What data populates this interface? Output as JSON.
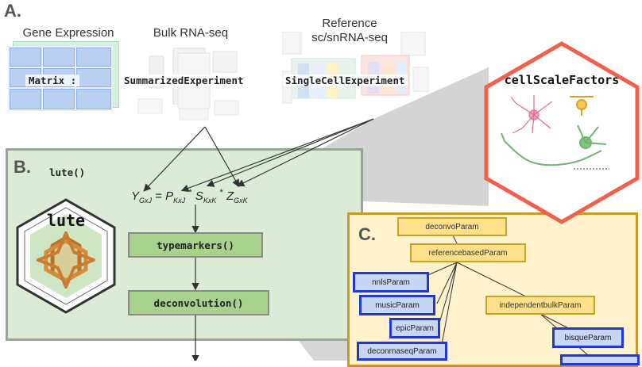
{
  "panel_a": {
    "letter": "A.",
    "col1_header": "Gene Expression",
    "col1_label": "Matrix :",
    "col2_header": "Bulk RNA-seq",
    "col2_label": "SummarizedExperiment",
    "col3_header_line1": "Reference",
    "col3_header_line2": "sc/snRNA-seq",
    "col3_label": "SingleCellExperiment"
  },
  "hex_badge": {
    "title": "cellScaleFactors"
  },
  "panel_b": {
    "letter": "B.",
    "function_label": "lute()",
    "logo_text": "lute",
    "step1": "typemarkers()",
    "step2": "deconvolution()"
  },
  "equation": {
    "y": "Y",
    "y_sub": "GxJ",
    "eq": "=",
    "p": "P",
    "p_sub": "KxJ",
    "op1": "*",
    "s": "S",
    "s_sub": "KxK",
    "op2": "*",
    "z": "Z",
    "z_sub": "GxK"
  },
  "panel_c": {
    "letter": "C.",
    "nodes": {
      "deconvo": "deconvoParam",
      "refbased": "referencebasedParam",
      "nnls": "nnlsParam",
      "music": "musicParam",
      "epic": "epicParam",
      "deconrnaseq": "deconrnaseqParam",
      "indep": "independentbulkParam",
      "bisque": "bisqueParam"
    }
  },
  "colors": {
    "panel_b_bg": "#dcebd5",
    "panel_b_border": "#9aa59a",
    "panel_c_bg": "#fff2cc",
    "panel_c_border": "#c99a1f",
    "hex_border": "#f0604a",
    "step_fill": "#a9d18e",
    "gold_node": "#ffe08a",
    "blue_node_border": "#2238d6",
    "blue_node_fill": "#c6d6f4"
  }
}
